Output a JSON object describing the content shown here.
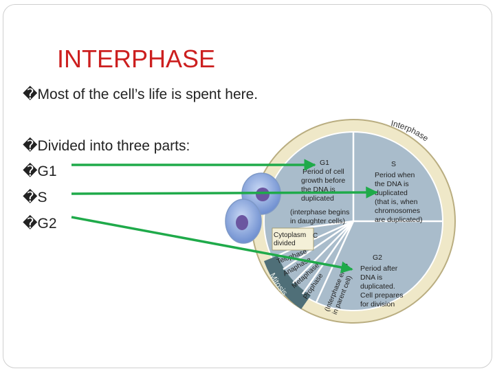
{
  "title": "INTERPHASE",
  "bullet_mark": "�",
  "bullets": [
    "Most of the cell’s life is spent here.",
    "Divided into three parts:",
    "G1",
    "S",
    "G2"
  ],
  "diagram": {
    "interphase_label": "Interphase",
    "mitosis_label": "Mitosis",
    "g1": [
      "G1",
      "Period of cell",
      "growth before",
      "the DNA is",
      "duplicated",
      "(interphase begins",
      "in daughter cells)"
    ],
    "s": [
      "S",
      "Period when",
      "the DNA is",
      "duplicated",
      "(that is, when",
      "chromosomes",
      "are duplicated)"
    ],
    "g2": [
      "G2",
      "Period after",
      "DNA is",
      "duplicated.",
      "Cell prepares",
      "for division"
    ],
    "interphase_ends": [
      "(Interphase ends",
      "in parent cell)"
    ],
    "cytoplasm": [
      "Cytoplasm",
      "divided"
    ],
    "c_letter": "C",
    "phases": [
      "Telophase",
      "Anaphase",
      "Metaphase",
      "Prophase"
    ]
  },
  "colors": {
    "title": "#cc1f1f",
    "arrow": "#1faa4a",
    "wedge": "#a9bccb",
    "mitosis_band": "#4f6f78",
    "outer_ring": "#efe8c8"
  }
}
